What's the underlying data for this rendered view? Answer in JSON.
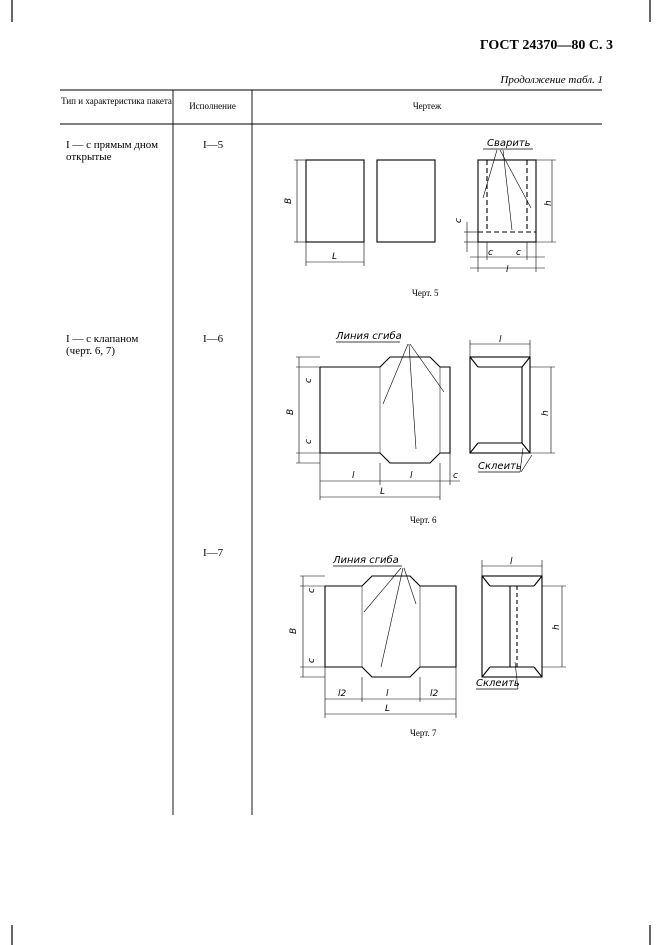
{
  "header": {
    "standard": "ГОСТ 24370—80 С. 3",
    "continuation": "Продолжение табл. 1"
  },
  "table": {
    "columns": [
      "Тип и характеристика пакета",
      "Исполнение",
      "Чертеж"
    ],
    "rows": [
      {
        "type_line1": "I — с прямым дном",
        "type_line2": "открытые",
        "variant": "I—5",
        "caption": "Черт. 5"
      },
      {
        "type_line1": "I — с клапаном",
        "type_line2": "(черт. 6, 7)",
        "variant": "I—6",
        "caption": "Черт. 6"
      },
      {
        "type_line1": "",
        "type_line2": "",
        "variant": "I—7",
        "caption": "Черт. 7"
      }
    ]
  },
  "drawings": {
    "fig5": {
      "weld_label": "Сварить",
      "B": "B",
      "L": "L",
      "c": "c",
      "h": "h",
      "l": "l"
    },
    "fig6": {
      "fold_label": "Линия сгиба",
      "glue_label": "Склеить",
      "B": "B",
      "L": "L",
      "c": "c",
      "h": "h",
      "l": "l"
    },
    "fig7": {
      "fold_label": "Линия сгиба",
      "glue_label": "Склеить",
      "B": "B",
      "L": "L",
      "c": "c",
      "h": "h",
      "l": "l",
      "l2": "l2"
    }
  }
}
